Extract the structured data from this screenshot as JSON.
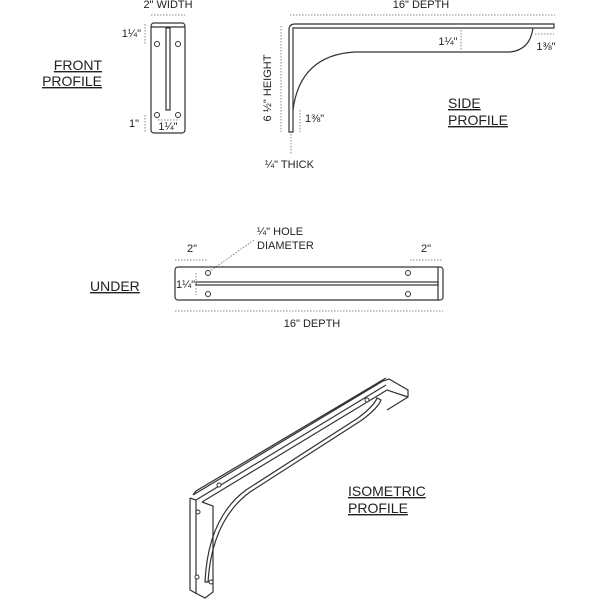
{
  "front": {
    "title_line1": "FRONT",
    "title_line2": "PROFILE",
    "width": "2\" WIDTH",
    "top_offset": "1¼\"",
    "bottom_offset": "1\"",
    "hole_spacing": "1¼\""
  },
  "side": {
    "title_line1": "SIDE",
    "title_line2": "PROFILE",
    "depth": "16\" DEPTH",
    "height": "6 ½\" HEIGHT",
    "arm_depth": "1¼\"",
    "tip": "1⅜\"",
    "foot": "1⅜\"",
    "thick": "¼\" THICK"
  },
  "under": {
    "title": "UNDER",
    "left_offset": "2\"",
    "right_offset": "2\"",
    "hole_line1": "¼\" HOLE",
    "hole_line2": "DIAMETER",
    "hole_spacing": "1¼\"",
    "depth": "16\" DEPTH"
  },
  "iso": {
    "title_line1": "ISOMETRIC",
    "title_line2": "PROFILE"
  }
}
